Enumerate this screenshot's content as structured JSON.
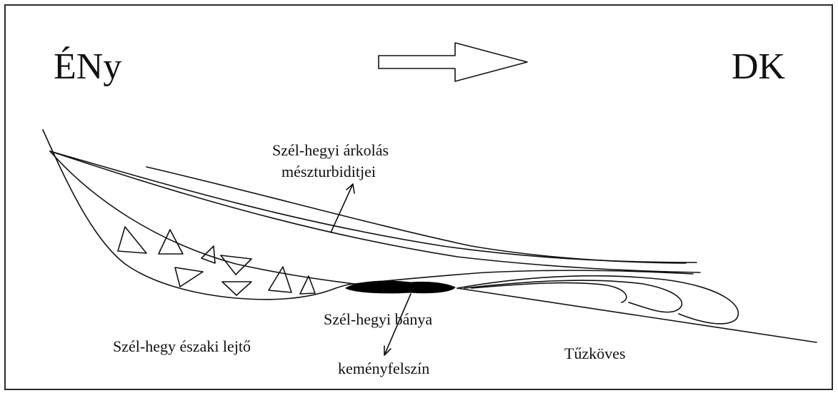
{
  "directions": {
    "left": "ÉNy",
    "right": "DK"
  },
  "labels": {
    "turbidite_line1": "Szél-hegyi árkolás",
    "turbidite_line2": "mészturbiditjei",
    "mine": "Szél-hegyi bánya",
    "slope": "Szél-hegy északi lejtő",
    "hardground": "keményfelszín",
    "flint": "Tűzköves"
  },
  "colors": {
    "line": "#111111",
    "hardground_fill": "#000000"
  }
}
